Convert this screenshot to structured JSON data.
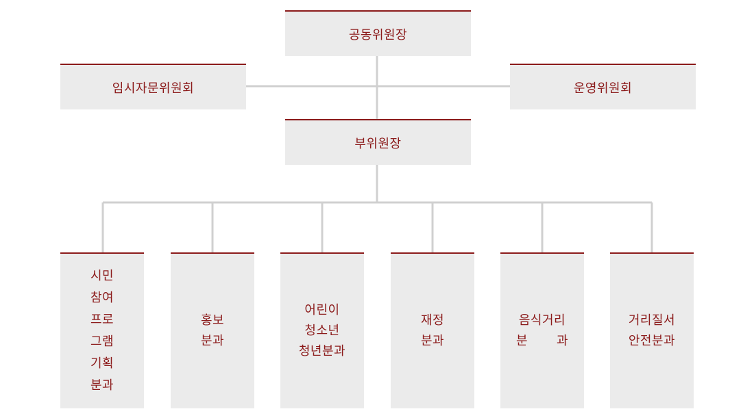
{
  "colors": {
    "accent": "#8b1a1a",
    "box_fill": "#ebebeb",
    "connector": "#d0d0d0"
  },
  "top": {
    "label": "공동위원장"
  },
  "left_committee": {
    "label": "임시자문위원회"
  },
  "right_committee": {
    "label": "운영위원회"
  },
  "vice": {
    "label": "부위원장"
  },
  "divisions": [
    {
      "lines": [
        "시민",
        "참여",
        "프로",
        "그램",
        "기획",
        "분과"
      ]
    },
    {
      "lines": [
        "홍보",
        "분과"
      ]
    },
    {
      "lines": [
        "어린이",
        "청소년",
        "청년분과"
      ]
    },
    {
      "lines": [
        "재정",
        "분과"
      ]
    },
    {
      "lines": [
        "음식거리",
        "분과"
      ]
    },
    {
      "lines": [
        "거리질서",
        "안전분과"
      ]
    }
  ]
}
